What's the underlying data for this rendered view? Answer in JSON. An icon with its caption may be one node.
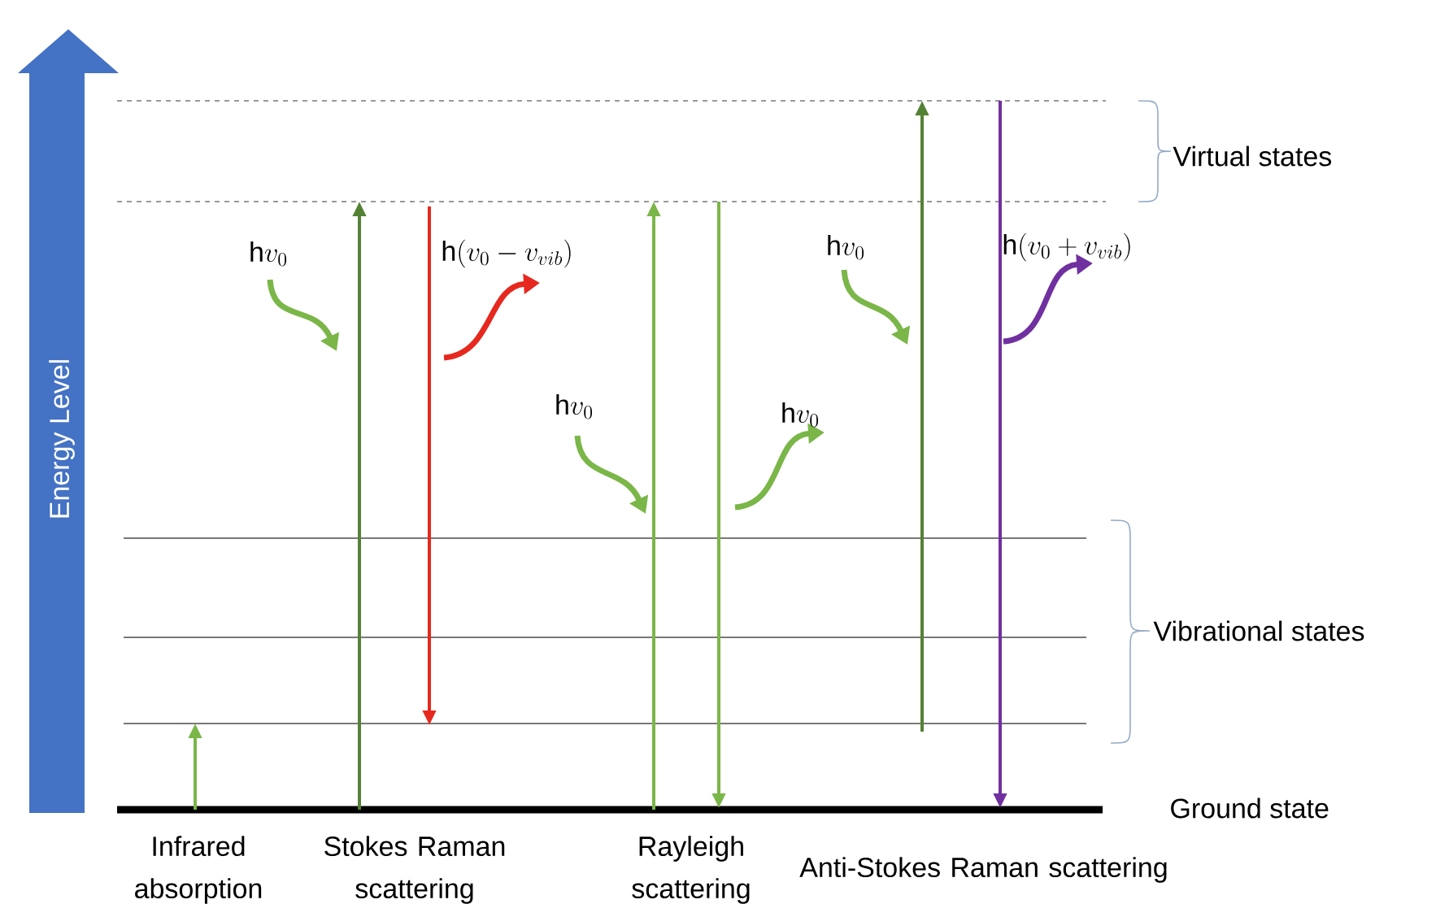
{
  "diagram": {
    "labels": [
      "Energy Level",
      "Virtual states",
      "\\mathrm{h}v_{0}",
      "\\mathrm{h}(v_{0} - v_{vib})",
      "\\mathrm{h}v_{0}",
      "\\mathrm{h}(v_{0} + v_{vib})",
      "\\mathrm{h}v_{0}",
      "\\mathrm{h}v_{0}",
      "Vibrational states",
      "Ground state",
      "Infrared absorption",
      "Stokes Raman scattering",
      "Rayleigh scattering",
      "Anti-Stokes Raman scattering"
    ]
  }
}
